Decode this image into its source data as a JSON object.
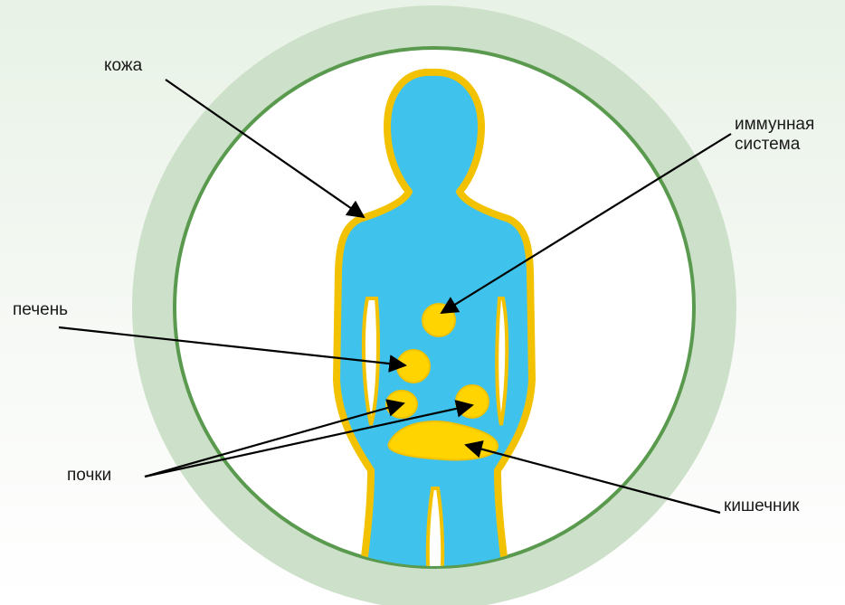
{
  "labels": {
    "skin": "кожа",
    "immune_line1": "иммунная",
    "immune_line2": "система",
    "liver": "печень",
    "kidneys": "почки",
    "intestine": "кишечник"
  },
  "colors": {
    "outer_ring": "#cde0c9",
    "inner_circle_border": "#5a9a4e",
    "body_fill": "#3fc3ec",
    "organ_fill": "#ffd400",
    "glow": "#f2c200",
    "arrow": "#000000"
  }
}
